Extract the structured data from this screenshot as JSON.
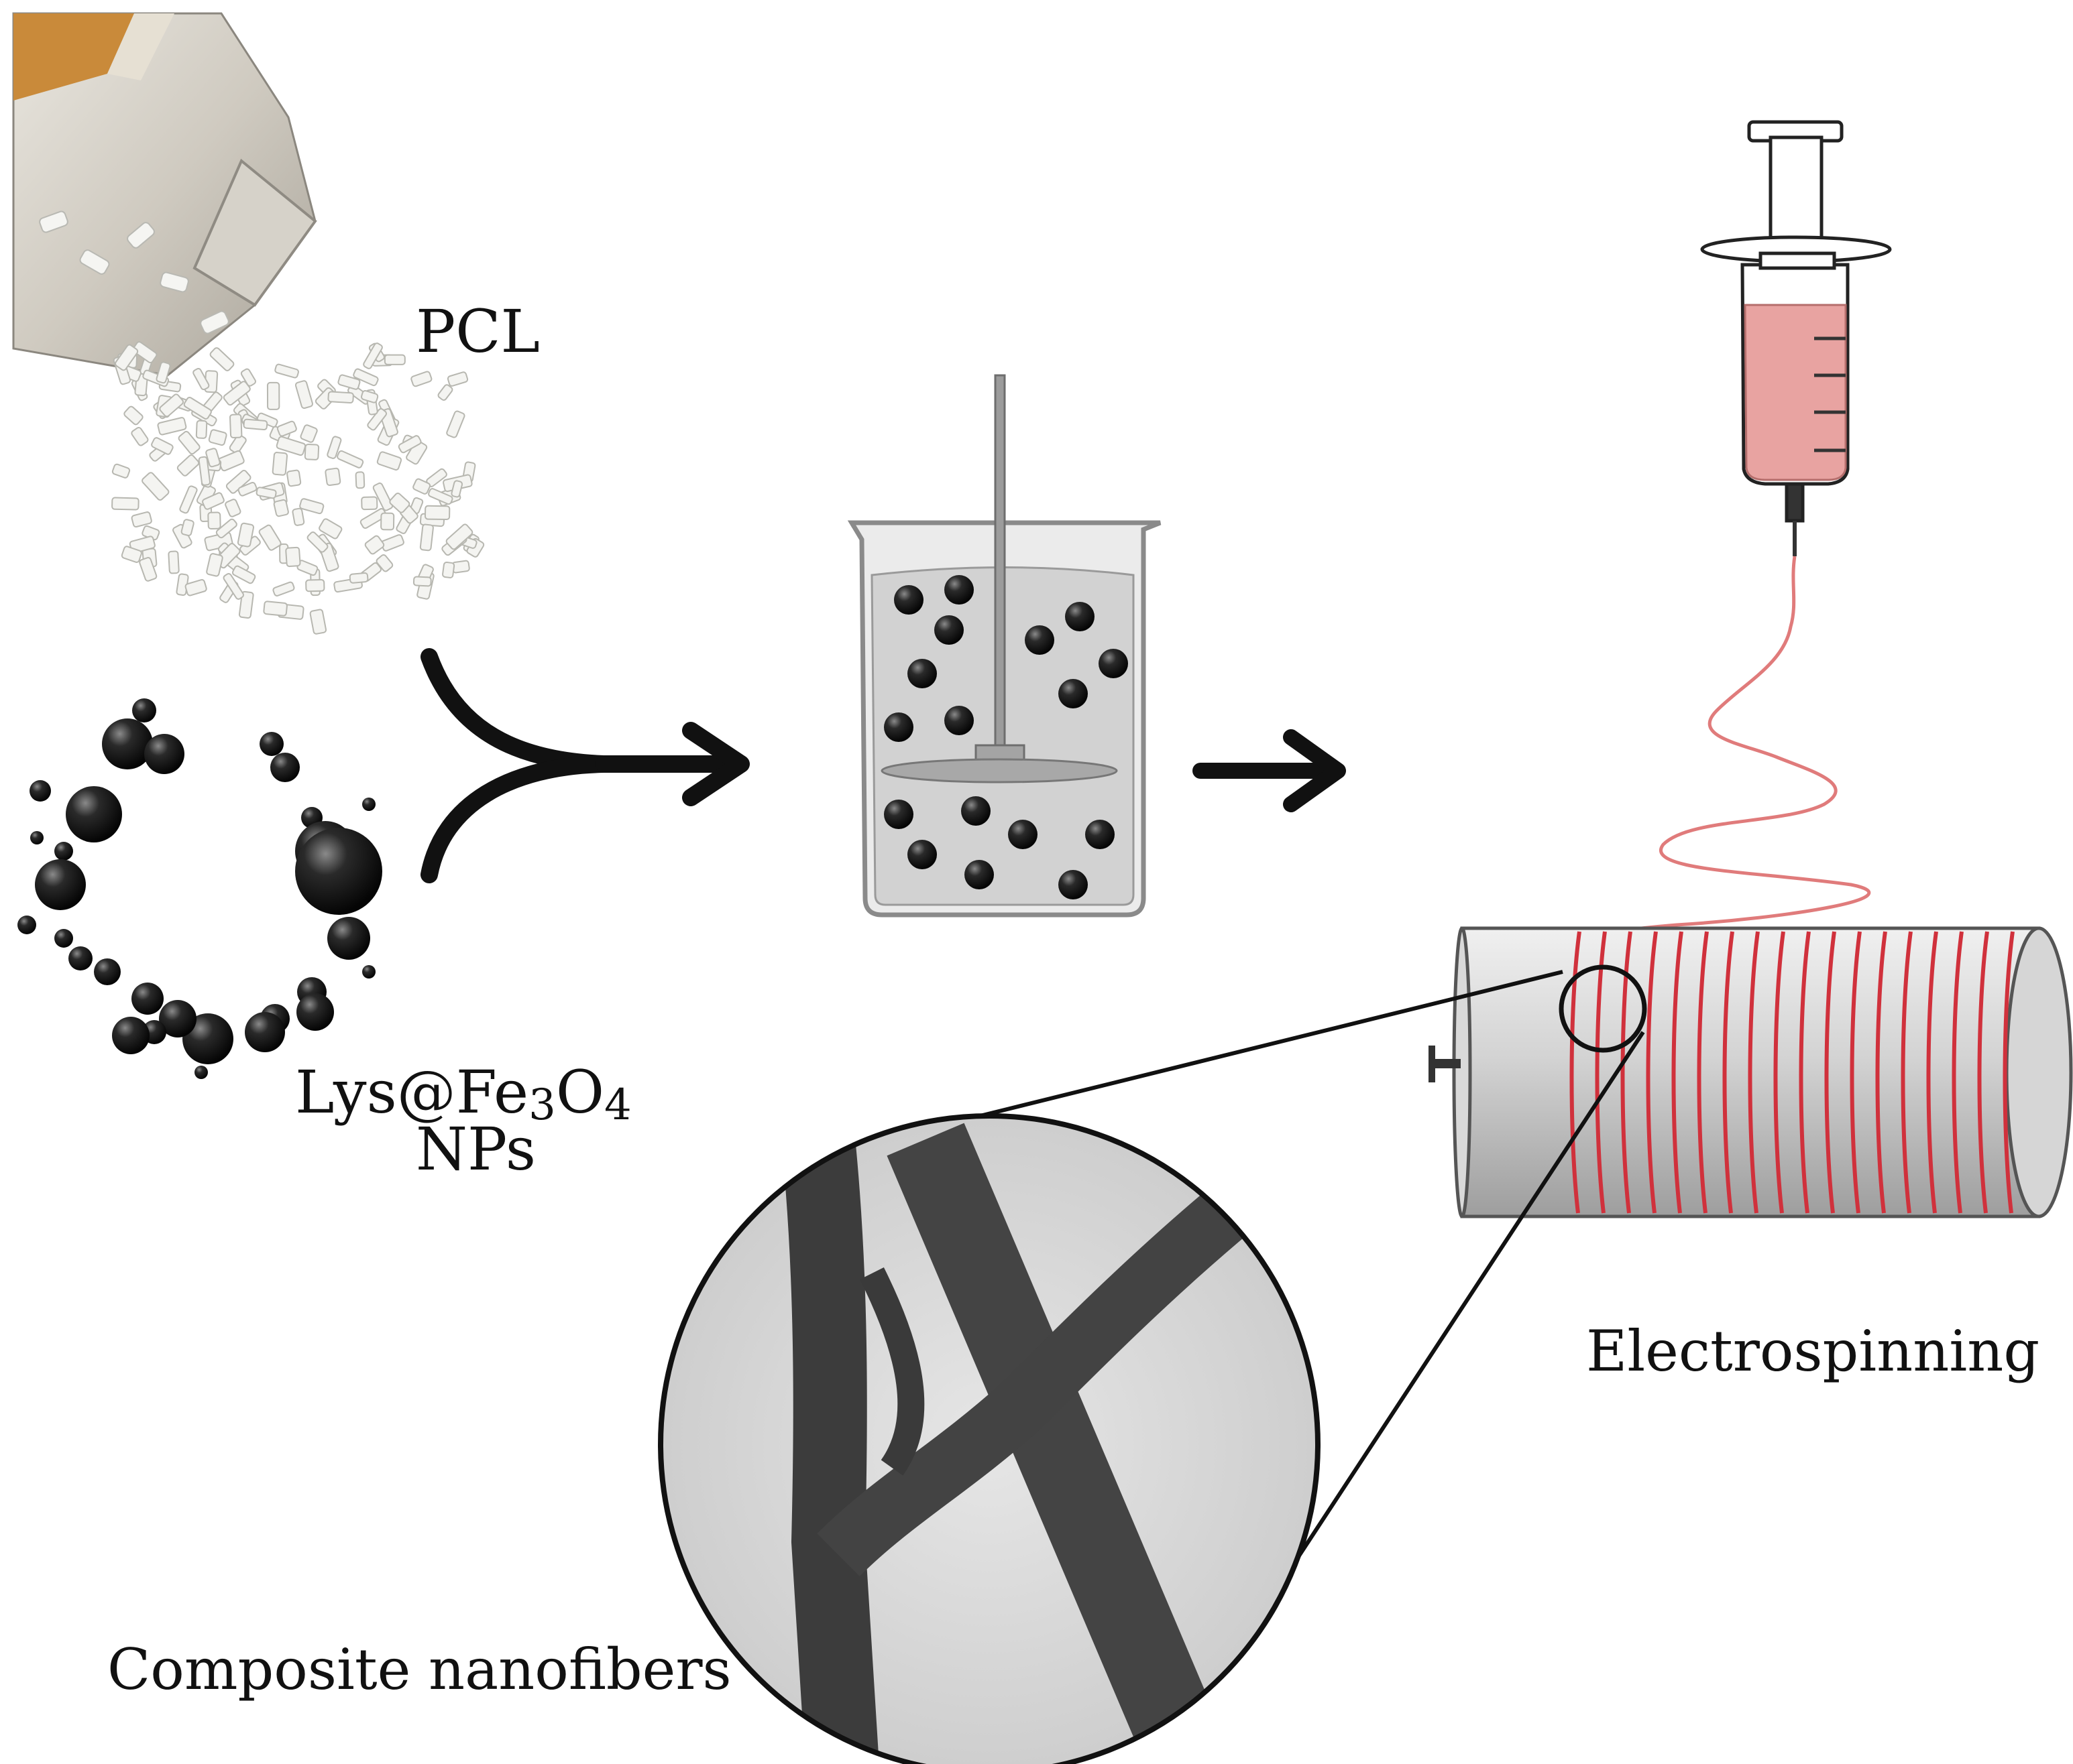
{
  "labels": {
    "pcl": "PCL",
    "nps_line1_prefix": "Lys@Fe",
    "nps_sub1": "3",
    "nps_mid": "O",
    "nps_sub2": "4",
    "nps_line2": "NPs",
    "electrospinning": "Electrospinning",
    "composite": "Composite nanofibers"
  },
  "colors": {
    "arrow": "#111111",
    "beaker_liquid": "#d2d2d2",
    "particle": "#151515",
    "syringe_fluid": "#e8a3a1",
    "jet": "#e07b7b",
    "fiber_wrap": "#d0313c",
    "collector": "#cfcfcf",
    "nanofiber": "#3c3c3c"
  },
  "icons": [
    "pcl-jar-icon",
    "nanoparticle-ring-icon",
    "beaker-stirrer-icon",
    "syringe-icon",
    "collector-drum-icon",
    "magnifier-circle-icon"
  ]
}
